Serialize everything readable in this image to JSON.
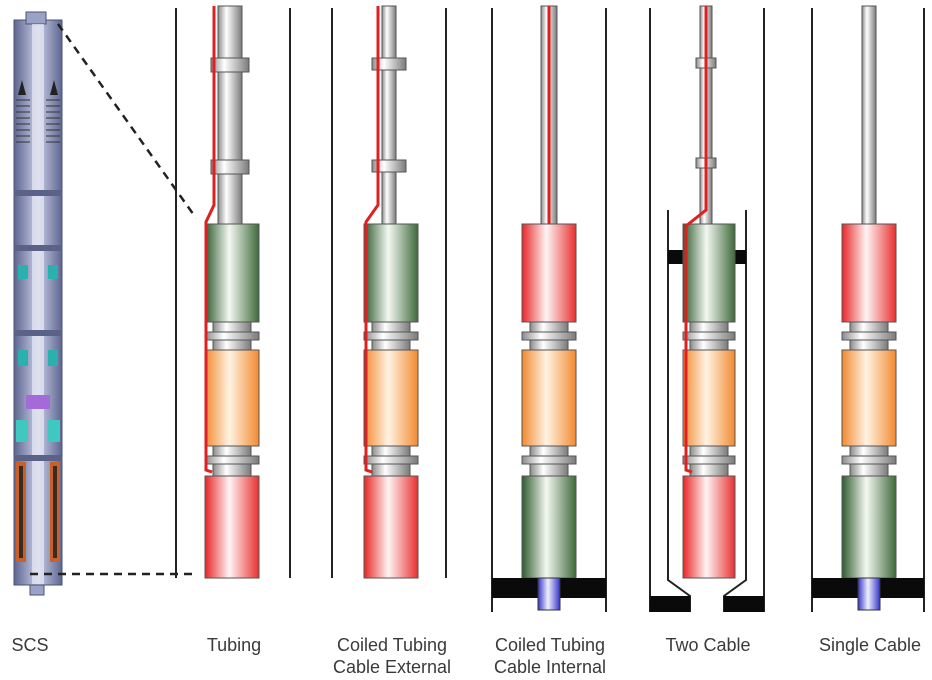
{
  "labels": {
    "scs": "SCS",
    "tubing": "Tubing",
    "coiled_external": [
      "Coiled Tubing",
      "Cable External"
    ],
    "coiled_internal": [
      "Coiled Tubing",
      "Cable Internal"
    ],
    "two_cable": "Two Cable",
    "single_cable": "Single Cable"
  },
  "colors": {
    "casing": "#1a1a1a",
    "cable": "#e02020",
    "tubing": "#c8c8c8",
    "motor": "#ff8a8a",
    "protector": "#5a7a55",
    "pump": "#f6b070",
    "intake": "#aaaaaa",
    "packer": "#0a0a0a",
    "discharge": "#6e6ee8",
    "tool": "#8a93b8"
  }
}
